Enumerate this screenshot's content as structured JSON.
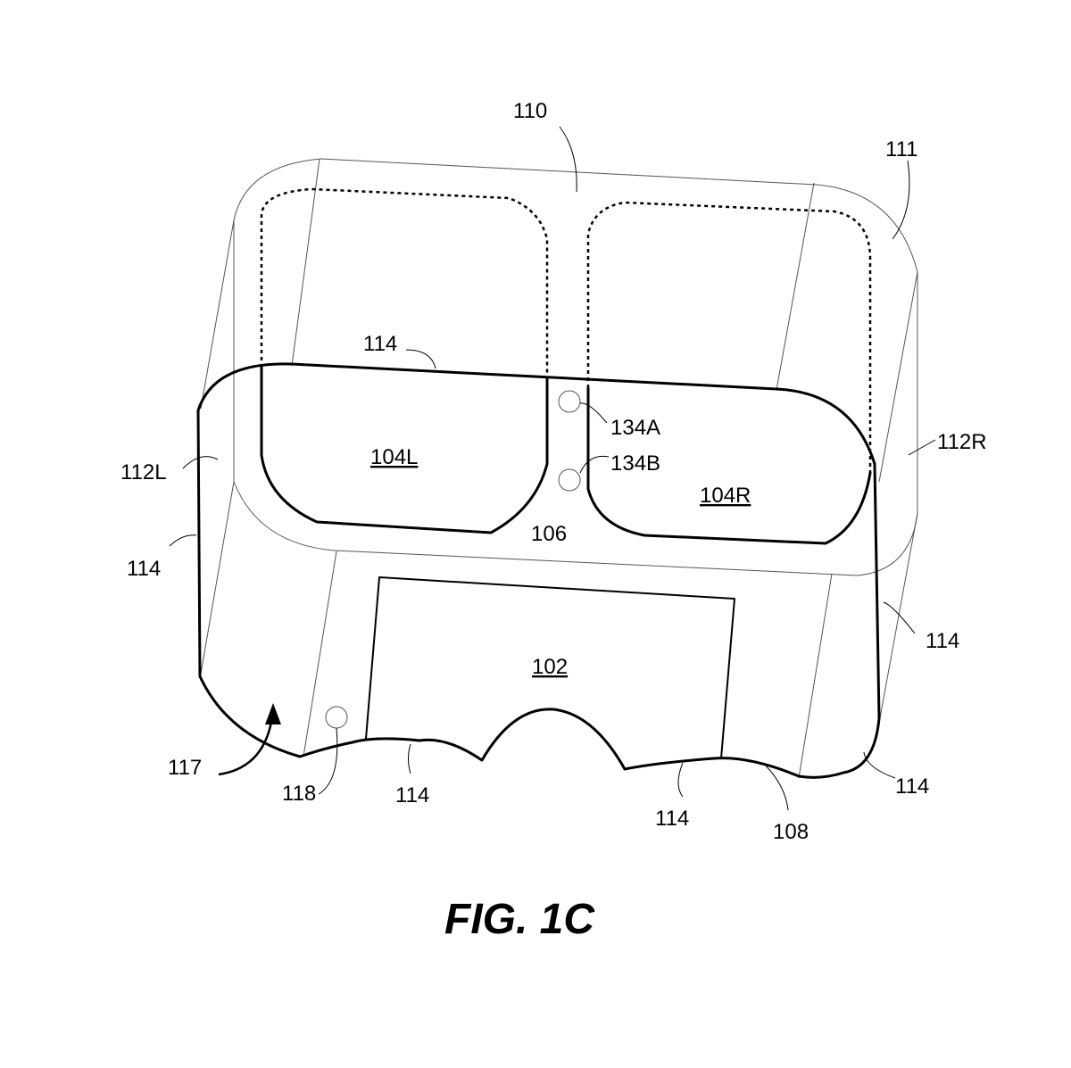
{
  "figure": {
    "caption": "FIG. 1C",
    "labels": {
      "l110": "110",
      "l111": "111",
      "l114_top": "114",
      "l134A": "134A",
      "l134B": "134B",
      "l112R": "112R",
      "l112L": "112L",
      "l104L": "104L",
      "l104R": "104R",
      "l106": "106",
      "l114_left": "114",
      "l114_right": "114",
      "l102": "102",
      "l117": "117",
      "l118": "118",
      "l114_bottom_left": "114",
      "l114_bottom_mid": "114",
      "l114_bottom_right": "114",
      "l108": "108"
    }
  }
}
